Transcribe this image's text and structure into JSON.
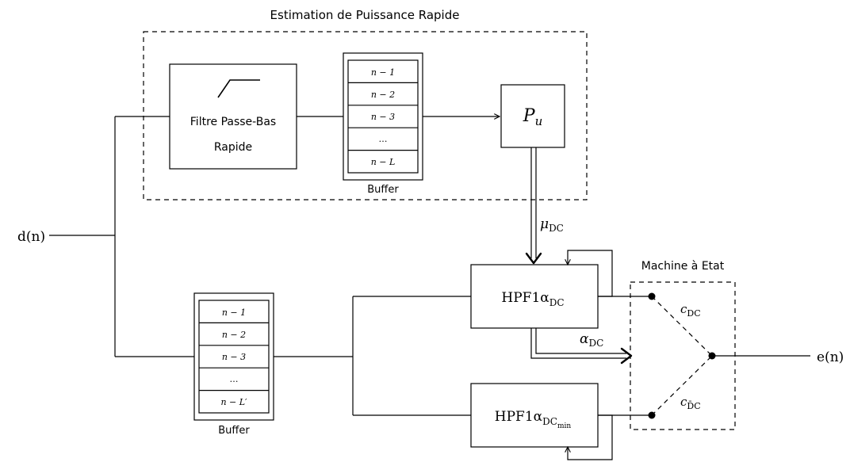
{
  "title": "Estimation de Puissance Rapide",
  "input_signal": "d(n)",
  "output_signal": "e(n)",
  "lowpass_filter": {
    "line1": "Filtre Passe-Bas",
    "line2": "Rapide"
  },
  "buffer_top": {
    "label": "Buffer",
    "cells": [
      "n − 1",
      "n − 2",
      "n − 3",
      "…",
      "n − L"
    ]
  },
  "buffer_bottom": {
    "label": "Buffer",
    "cells": [
      "n − 1",
      "n − 2",
      "n − 3",
      "…",
      "n − L′"
    ]
  },
  "power_block": {
    "base": "P",
    "sub": "u"
  },
  "mu_label": {
    "base": "μ",
    "sub": "DC"
  },
  "hpf_main": {
    "base": "HPF1α",
    "sub": "DC"
  },
  "hpf_min": {
    "base": "HPF1α",
    "sub": "DC",
    "subsub": "min"
  },
  "alpha_label": {
    "base": "α",
    "sub": "DC"
  },
  "state_machine": {
    "label": "Machine à Etat",
    "c_top": {
      "base": "c",
      "sub": "DC"
    },
    "c_bottom": {
      "base": "c",
      "sub": "D̄C"
    }
  }
}
